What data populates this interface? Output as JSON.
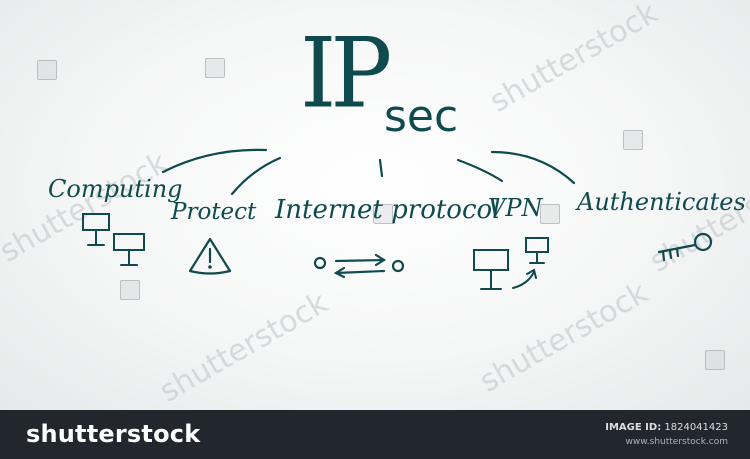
{
  "diagram": {
    "title_main": "IP",
    "title_sub": "sec",
    "nodes": [
      {
        "id": "computing",
        "label": "Computing",
        "icon": "two-computers-icon"
      },
      {
        "id": "protect",
        "label": "Protect",
        "icon": "warning-triangle-icon"
      },
      {
        "id": "internet-protocol",
        "label": "Internet protocol",
        "icon": "exchange-arrows-icon"
      },
      {
        "id": "vpn",
        "label": "VPN",
        "icon": "computers-connected-icon"
      },
      {
        "id": "authenticates",
        "label": "Authenticates",
        "icon": "key-icon"
      }
    ],
    "ink_color": "#0f4a4f",
    "background_color": "#f3f4f4"
  },
  "watermark": {
    "text": "shutterstock"
  },
  "footer": {
    "brand": "shutterstock",
    "image_id_label": "IMAGE ID:",
    "image_id_value": "1824041423",
    "site": "www.shutterstock.com",
    "background_color": "#22262d"
  }
}
